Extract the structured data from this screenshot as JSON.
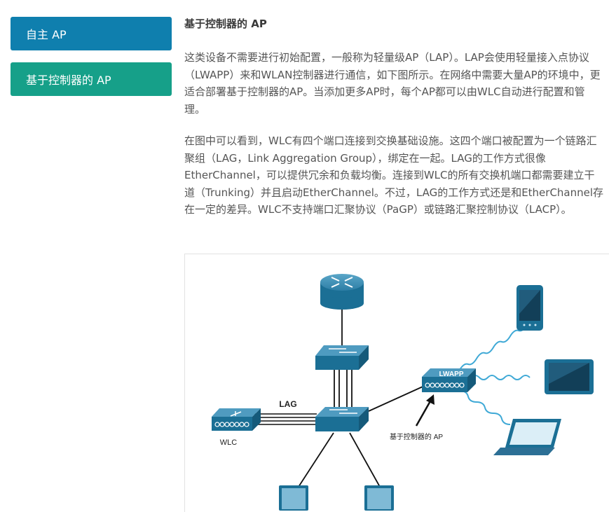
{
  "sidebar": {
    "tabs": [
      {
        "label": "自主 AP"
      },
      {
        "label": "基于控制器的 AP"
      }
    ]
  },
  "main": {
    "heading": "基于控制器的 AP",
    "paragraphs": [
      "这类设备不需要进行初始配置，一般称为轻量级AP（LAP）。LAP会使用轻量接入点协议（LWAPP）来和WLAN控制器进行通信，如下图所示。在网络中需要大量AP的环境中，更适合部署基于控制器的AP。当添加更多AP时，每个AP都可以由WLC自动进行配置和管理。",
      "在图中可以看到，WLC有四个端口连接到交换基础设施。这四个端口被配置为一个链路汇聚组（LAG，Link Aggregation Group），绑定在一起。LAG的工作方式很像EtherChannel，可以提供冗余和负载均衡。连接到WLC的所有交换机端口都需要建立干道（Trunking）并且启动EtherChannel。不过，LAG的工作方式还是和EtherChannel存在一定的差异。WLC不支持端口汇聚协议（PaGP）或链路汇聚控制协议（LACP）。"
    ]
  },
  "figure": {
    "lag_label": "LAG",
    "wlc_label": "WLC",
    "lwapp_label": "LWAPP",
    "ap_label": "基于控制器的 AP"
  },
  "colors": {
    "tab_active": "#0f7fae",
    "tab_inactive": "#16a089",
    "device_blue": "#1b6f95",
    "wireless": "#3fa9d6"
  }
}
